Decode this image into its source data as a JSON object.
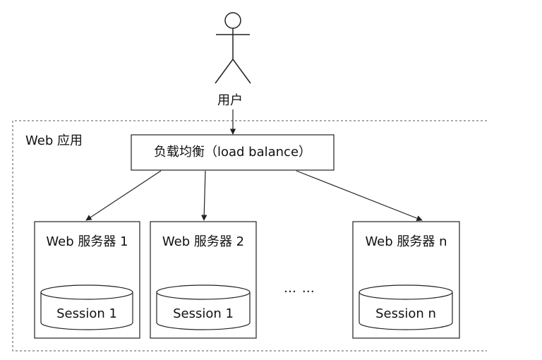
{
  "user": {
    "label": "用户"
  },
  "web_app": {
    "label": "Web 应用"
  },
  "load_balancer": {
    "label": "负载均衡（load balance）"
  },
  "servers": [
    {
      "title": "Web 服务器 1",
      "session": "Session 1"
    },
    {
      "title": "Web 服务器 2",
      "session": "Session 1"
    },
    {
      "title": "Web 服务器 n",
      "session": "Session n"
    }
  ],
  "ellipsis": "… …",
  "colors": {
    "stroke": "#222222",
    "dashed": "#555555",
    "background": "#ffffff"
  }
}
